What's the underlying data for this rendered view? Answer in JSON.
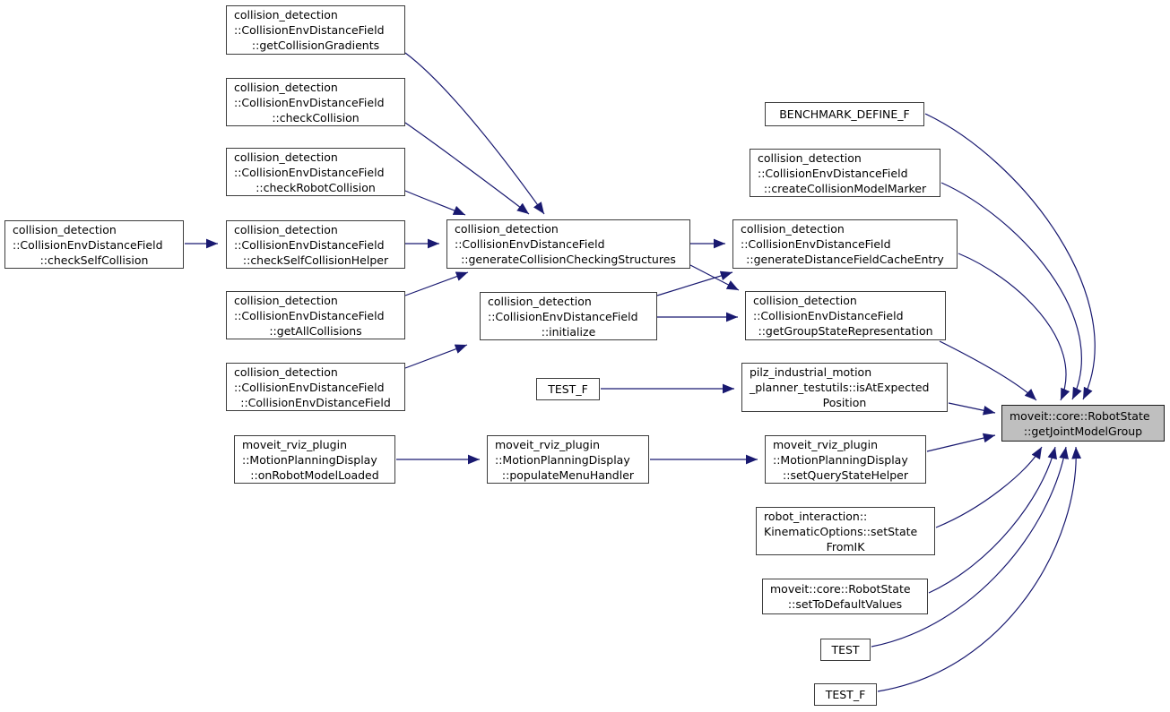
{
  "diagram": {
    "type": "doxygen-caller-graph",
    "target_function": "moveit::core::RobotState::getJointModelGroup",
    "colors": {
      "edge": "#191970",
      "node_border": "#3c3c3c",
      "node_background": "#ffffff",
      "target_background": "#bfbfbf",
      "text": "#000000",
      "page_background": "#ffffff"
    },
    "nodes": [
      {
        "id": "getCollisionGradients",
        "lines": [
          "collision_detection",
          "::CollisionEnvDistanceField",
          "::getCollisionGradients"
        ]
      },
      {
        "id": "checkCollision",
        "lines": [
          "collision_detection",
          "::CollisionEnvDistanceField",
          "::checkCollision"
        ]
      },
      {
        "id": "checkRobotCollision",
        "lines": [
          "collision_detection",
          "::CollisionEnvDistanceField",
          "::checkRobotCollision"
        ]
      },
      {
        "id": "checkSelfCollision",
        "lines": [
          "collision_detection",
          "::CollisionEnvDistanceField",
          "::checkSelfCollision"
        ]
      },
      {
        "id": "checkSelfCollisionHelper",
        "lines": [
          "collision_detection",
          "::CollisionEnvDistanceField",
          "::checkSelfCollisionHelper"
        ]
      },
      {
        "id": "getAllCollisions",
        "lines": [
          "collision_detection",
          "::CollisionEnvDistanceField",
          "::getAllCollisions"
        ]
      },
      {
        "id": "CollisionEnvDistanceField_constructor",
        "lines": [
          "collision_detection",
          "::CollisionEnvDistanceField",
          "::CollisionEnvDistanceField"
        ]
      },
      {
        "id": "onRobotModelLoaded",
        "lines": [
          "moveit_rviz_plugin",
          "::MotionPlanningDisplay",
          "::onRobotModelLoaded"
        ]
      },
      {
        "id": "generateCollisionCheckingStructures",
        "lines": [
          "collision_detection",
          "::CollisionEnvDistanceField",
          "::generateCollisionCheckingStructures"
        ]
      },
      {
        "id": "initialize",
        "lines": [
          "collision_detection",
          "::CollisionEnvDistanceField",
          "::initialize"
        ]
      },
      {
        "id": "TEST_F_mid",
        "lines": [
          "TEST_F"
        ]
      },
      {
        "id": "populateMenuHandler",
        "lines": [
          "moveit_rviz_plugin",
          "::MotionPlanningDisplay",
          "::populateMenuHandler"
        ]
      },
      {
        "id": "BENCHMARK_DEFINE_F",
        "lines": [
          "BENCHMARK_DEFINE_F"
        ]
      },
      {
        "id": "createCollisionModelMarker",
        "lines": [
          "collision_detection",
          "::CollisionEnvDistanceField",
          "::createCollisionModelMarker"
        ]
      },
      {
        "id": "generateDistanceFieldCacheEntry",
        "lines": [
          "collision_detection",
          "::CollisionEnvDistanceField",
          "::generateDistanceFieldCacheEntry"
        ]
      },
      {
        "id": "getGroupStateRepresentation",
        "lines": [
          "collision_detection",
          "::CollisionEnvDistanceField",
          "::getGroupStateRepresentation"
        ]
      },
      {
        "id": "isAtExpectedPosition",
        "lines": [
          "pilz_industrial_motion",
          "_planner_testutils::isAtExpected",
          "Position"
        ]
      },
      {
        "id": "setQueryStateHelper",
        "lines": [
          "moveit_rviz_plugin",
          "::MotionPlanningDisplay",
          "::setQueryStateHelper"
        ]
      },
      {
        "id": "setStateFromIK",
        "lines": [
          "robot_interaction::",
          "KinematicOptions::setState",
          "FromIK"
        ]
      },
      {
        "id": "setToDefaultValues",
        "lines": [
          "moveit::core::RobotState",
          "::setToDefaultValues"
        ]
      },
      {
        "id": "TEST",
        "lines": [
          "TEST"
        ]
      },
      {
        "id": "TEST_F_bottom",
        "lines": [
          "TEST_F"
        ]
      },
      {
        "id": "getJointModelGroup",
        "lines": [
          "moveit::core::RobotState",
          "::getJointModelGroup"
        ]
      }
    ],
    "edges": [
      {
        "from": "getCollisionGradients",
        "to": "generateCollisionCheckingStructures"
      },
      {
        "from": "checkCollision",
        "to": "generateCollisionCheckingStructures"
      },
      {
        "from": "checkRobotCollision",
        "to": "generateCollisionCheckingStructures"
      },
      {
        "from": "checkSelfCollision",
        "to": "checkSelfCollisionHelper"
      },
      {
        "from": "checkSelfCollisionHelper",
        "to": "generateCollisionCheckingStructures"
      },
      {
        "from": "getAllCollisions",
        "to": "generateCollisionCheckingStructures"
      },
      {
        "from": "CollisionEnvDistanceField_constructor",
        "to": "initialize"
      },
      {
        "from": "generateCollisionCheckingStructures",
        "to": "generateDistanceFieldCacheEntry"
      },
      {
        "from": "generateCollisionCheckingStructures",
        "to": "getGroupStateRepresentation"
      },
      {
        "from": "initialize",
        "to": "generateDistanceFieldCacheEntry"
      },
      {
        "from": "initialize",
        "to": "getGroupStateRepresentation"
      },
      {
        "from": "TEST_F_mid",
        "to": "isAtExpectedPosition"
      },
      {
        "from": "onRobotModelLoaded",
        "to": "populateMenuHandler"
      },
      {
        "from": "populateMenuHandler",
        "to": "setQueryStateHelper"
      },
      {
        "from": "BENCHMARK_DEFINE_F",
        "to": "getJointModelGroup"
      },
      {
        "from": "createCollisionModelMarker",
        "to": "getJointModelGroup"
      },
      {
        "from": "generateDistanceFieldCacheEntry",
        "to": "getJointModelGroup"
      },
      {
        "from": "getGroupStateRepresentation",
        "to": "getJointModelGroup"
      },
      {
        "from": "isAtExpectedPosition",
        "to": "getJointModelGroup"
      },
      {
        "from": "setQueryStateHelper",
        "to": "getJointModelGroup"
      },
      {
        "from": "setStateFromIK",
        "to": "getJointModelGroup"
      },
      {
        "from": "setToDefaultValues",
        "to": "getJointModelGroup"
      },
      {
        "from": "TEST",
        "to": "getJointModelGroup"
      },
      {
        "from": "TEST_F_bottom",
        "to": "getJointModelGroup"
      }
    ]
  }
}
